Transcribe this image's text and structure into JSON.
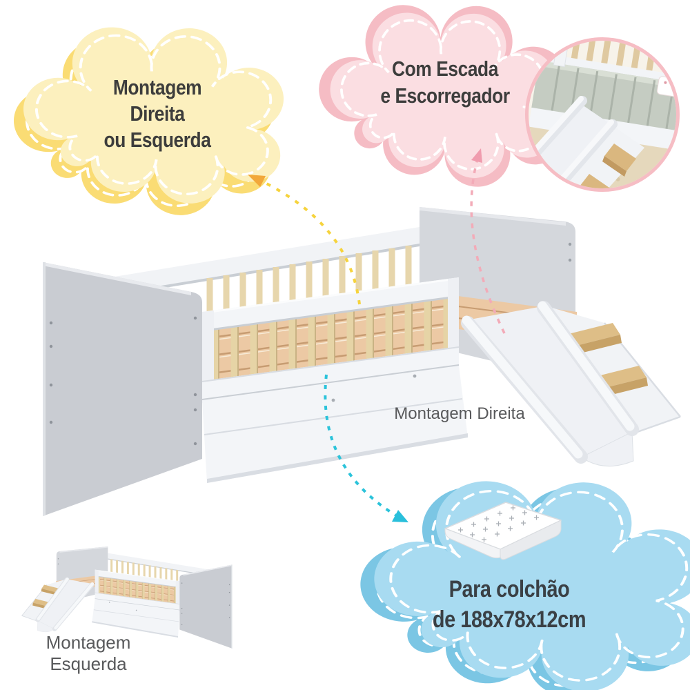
{
  "clouds": {
    "yellow": {
      "lines": [
        "Montagem",
        "Direita",
        "ou Esquerda"
      ],
      "front_color": "#FCF0BE",
      "back_color": "#FADC74",
      "outline_color": "#FFFFFF",
      "text_color": "#3D3D3C"
    },
    "pink": {
      "lines": [
        "Com Escada",
        "e Escorregador"
      ],
      "front_color": "#FBDEE2",
      "back_color": "#F5BCC4",
      "outline_color": "#FFFFFF",
      "text_color": "#3D3D3C"
    },
    "blue": {
      "lines": [
        "Para colchão",
        "de 188x78x12cm"
      ],
      "front_color": "#A8DBF1",
      "back_color": "#7BC6E4",
      "outline_color": "#FFFFFF",
      "text_color": "#3A4045"
    }
  },
  "labels": {
    "right_assembly": "Montagem Direita",
    "left_assembly": "Montagem Esquerda",
    "color": "#58595B"
  },
  "arrows": {
    "yellow_line": "#F6D33C",
    "yellow_head": "#F2A83A",
    "pink_line": "#F3ABB8",
    "pink_head": "#F09CAE",
    "cyan_line": "#2BC3DA",
    "cyan_head": "#29BFDB"
  },
  "illustration": {
    "panel_gray": "#C9CCD2",
    "panel_gray_light": "#D4D7DC",
    "rail_white": "#F3F5F8",
    "slat_wood": "#E8D8AE",
    "base_wood": "#ECC9A4",
    "step_wood": "#DEBE87",
    "photo_ring": "#F6BDC4"
  }
}
